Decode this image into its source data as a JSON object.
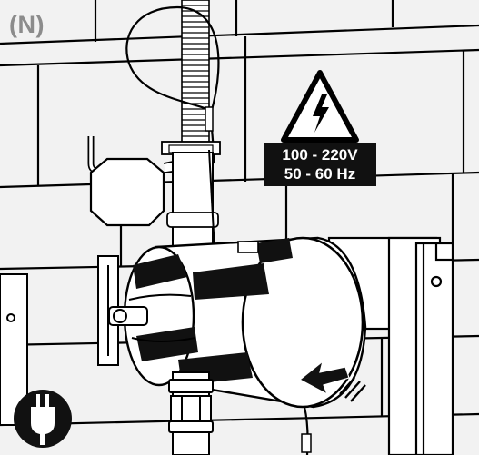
{
  "figure_label": "(N)",
  "warning": {
    "icon": "high-voltage-warning-icon",
    "voltage": "100 - 220V",
    "frequency": "50 - 60 Hz"
  },
  "badges": {
    "plug_icon": "power-plug-icon"
  },
  "colors": {
    "line": "#000000",
    "fill_light": "#ffffff",
    "fill_dark": "#111111",
    "label_grey": "#8c8c8c"
  }
}
